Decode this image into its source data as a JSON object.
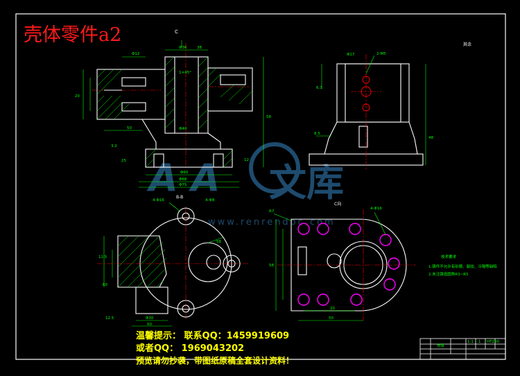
{
  "drawing": {
    "title": "壳体零件a2",
    "roughness_note": "其余",
    "tech_req": {
      "heading": "技术要求",
      "line1": "1.铸件不允许有砂眼、裂纹、冷隔等缺陷",
      "line2": "2.未注铸造圆角R3~R5"
    },
    "views": {
      "section_c_label": "C",
      "view_c_label": "C向",
      "section_b_label": "B-B"
    },
    "dims": {
      "d1": "Φ12",
      "d2": "Φ36",
      "d3": "38",
      "d4": "1×45°",
      "d5": "Φ40",
      "d6": "Φ60",
      "d7": "Φ68",
      "d8": "Φ75",
      "d9": "2-M5",
      "d10": "Φ17",
      "d11": "4-Φ8",
      "d12": "58",
      "d13": "60",
      "d14": "12.5",
      "d15": "Φ30",
      "d16": "50",
      "d17": "R7",
      "d18": "4-Φ16",
      "d19": "20",
      "d20": "25",
      "d21": "12",
      "d22": "3.2",
      "d23": "6.3",
      "d24": "8.5",
      "d25": "48"
    },
    "title_block": {
      "name_cell": "壳体",
      "ratio": "1:1",
      "qty": "1",
      "material": "HT200"
    }
  },
  "watermark": {
    "logo_text": "文库",
    "url_text": "www.renrendoc.com"
  },
  "notice": {
    "line1": "温馨提示： 联系QQ：1459919609",
    "line2": "或者QQ： 1969043202",
    "line3": "预览请勿抄袭，带图纸原稿全套设计资料！"
  },
  "colors": {
    "background": "#000000",
    "frame": "#ffffff",
    "dimension": "#00ff00",
    "centerline": "#ff0000",
    "hole": "#ff00ff",
    "title": "#ff1a1a",
    "notice": "#ffff00"
  }
}
